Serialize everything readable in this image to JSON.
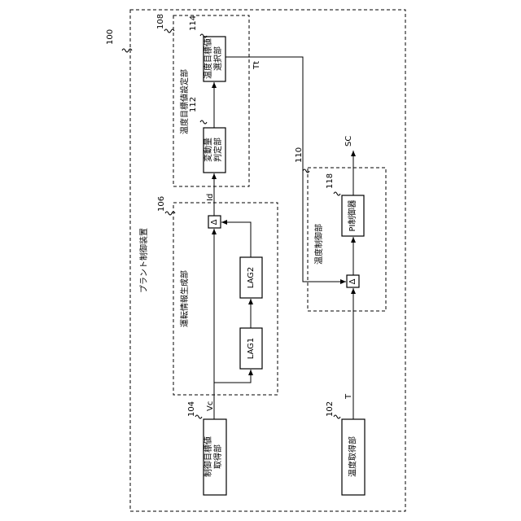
{
  "refs": {
    "plant": "100",
    "temp_acq": "102",
    "ctrl_target": "104",
    "op_info": "106",
    "target_setting": "108",
    "temp_ctrl": "110",
    "fluct": "112",
    "target_select": "114",
    "pi": "118"
  },
  "labels": {
    "plant": "プラント制御装置",
    "op_info": "運転情報生成部",
    "target_setting": "温度目標値設定部",
    "temp_ctrl": "温度制御部",
    "ctrl_target_l1": "制御目標値",
    "ctrl_target_l2": "取得部",
    "temp_acq": "温度取得部",
    "lag1": "LAG1",
    "lag2": "LAG2",
    "delta": "Δ",
    "fluct_l1": "変動量",
    "fluct_l2": "判定部",
    "select_l1": "温度目標値",
    "select_l2": "選択部",
    "pi": "PI制御器"
  },
  "signals": {
    "vc": "Vc",
    "id": "Id",
    "tt": "Tt",
    "sc": "SC",
    "t": "T"
  }
}
